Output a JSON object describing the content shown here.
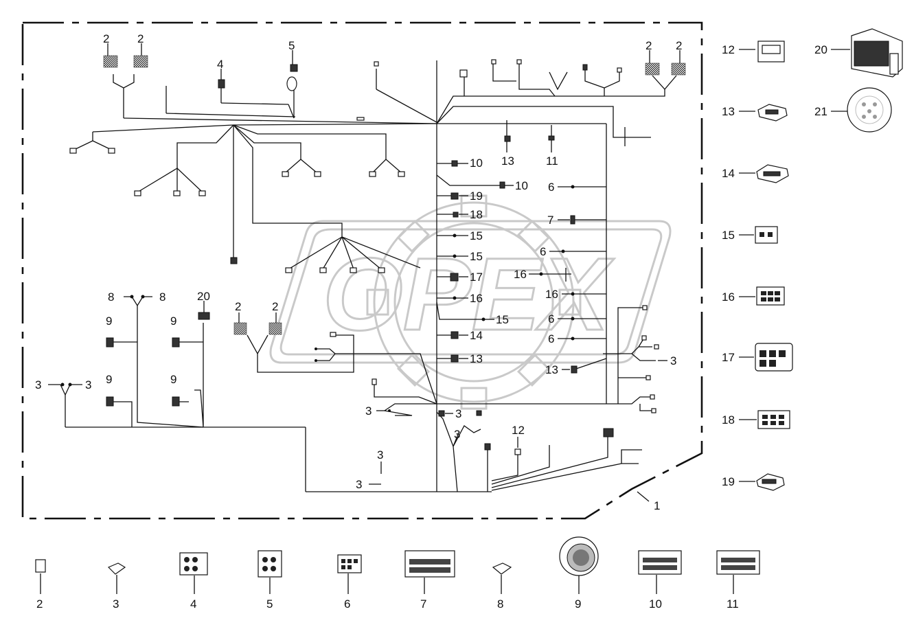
{
  "watermark": "OPEX",
  "callouts": {
    "c1": "1",
    "c2": "2",
    "c3": "3",
    "c4": "4",
    "c5": "5",
    "c6": "6",
    "c7": "7",
    "c8": "8",
    "c9": "9",
    "c10": "10",
    "c11": "11",
    "c12": "12",
    "c13": "13",
    "c14": "14",
    "c15": "15",
    "c16": "16",
    "c17": "17",
    "c18": "18",
    "c19": "19",
    "c20": "20",
    "c21": "21"
  }
}
